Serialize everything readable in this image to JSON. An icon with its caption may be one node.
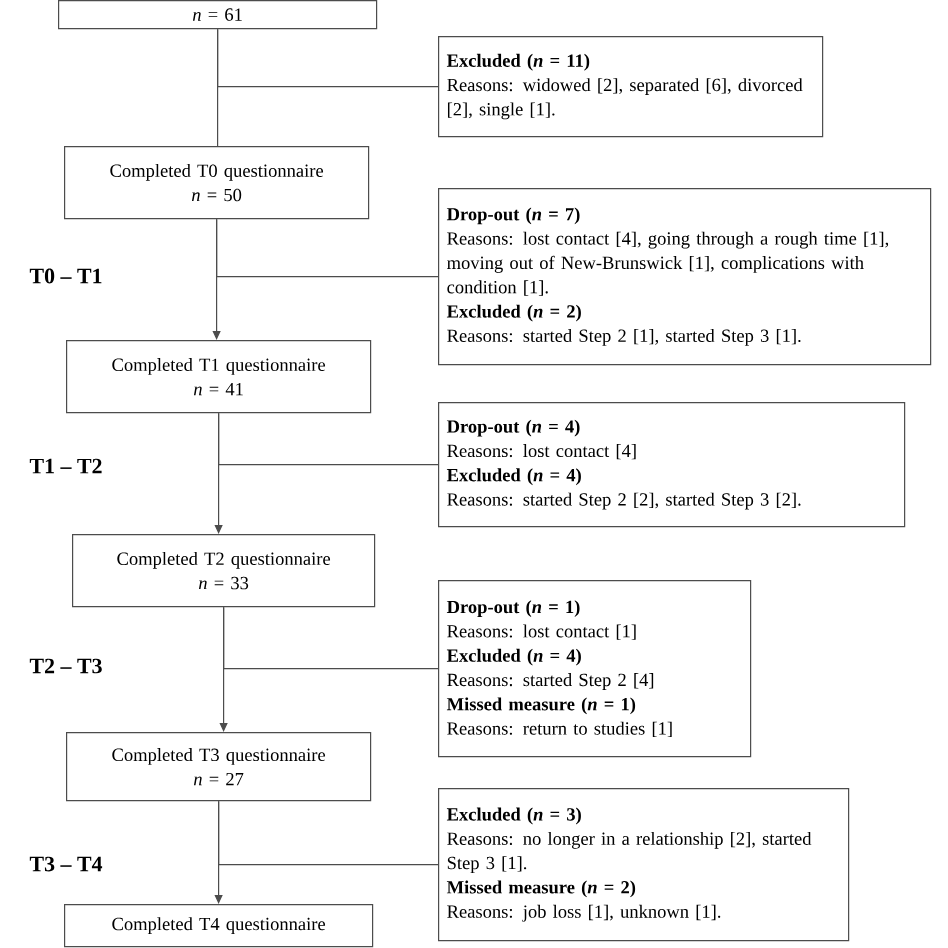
{
  "diagram": {
    "nodes": [
      {
        "text": [
          "*n* = 61"
        ]
      },
      {
        "text": [
          "Excluded (*n* = 11)",
          "Reasons: widowed [2], separated [6], divorced [2], single [1]."
        ]
      },
      {
        "text": [
          "Completed T0 questionnaire",
          "*n* = 50"
        ]
      },
      {
        "text": [
          "Drop-out (*n* = 7)",
          "Reasons: lost contact [4], going through a rough time [1], moving out of New-Brunswick [1], complications with condition [1].",
          "Excluded (*n* = 2)",
          "Reasons: started Step 2 [1], started Step 3 [1]."
        ]
      },
      {
        "text": [
          "Completed T1 questionnaire",
          "*n* = 41"
        ]
      },
      {
        "text": [
          "Drop-out (*n* = 4)",
          "Reasons: lost contact [4]",
          "Excluded (*n* = 4)",
          "Reasons: started Step 2 [2], started Step 3 [2]."
        ]
      },
      {
        "text": [
          "Completed T2 questionnaire",
          "*n* = 33"
        ]
      },
      {
        "text": [
          "Drop-out (*n* = 1)",
          "Reasons: lost contact [1]",
          "Excluded (*n* = 4)",
          "Reasons: started Step 2 [4]",
          "Missed measure (*n* = 1)",
          "Reasons: return to studies [1]"
        ]
      },
      {
        "text": [
          "Completed T3 questionnaire",
          "*n* = 27"
        ]
      },
      {
        "text": [
          "Excluded (*n* = 3)",
          "Reasons: no longer in a relationship [2], started Step 3 [1].",
          "Missed measure (*n* = 2)",
          "Reasons: job loss [1], unknown [1]."
        ]
      },
      {
        "text": [
          "Completed T4 questionnaire"
        ]
      }
    ],
    "edges": [
      {
        "from": 0,
        "to": 2,
        "arrow": "none"
      },
      {
        "from": 0,
        "to": 1,
        "arrow": "none"
      },
      {
        "from": 2,
        "to": 4,
        "arrow": "to"
      },
      {
        "from": 2,
        "to": 3,
        "arrow": "none"
      },
      {
        "from": 4,
        "to": 6,
        "arrow": "to"
      },
      {
        "from": 4,
        "to": 5,
        "arrow": "none"
      },
      {
        "from": 6,
        "to": 8,
        "arrow": "to"
      },
      {
        "from": 6,
        "to": 7,
        "arrow": "none"
      },
      {
        "from": 8,
        "to": 10,
        "arrow": "to"
      },
      {
        "from": 8,
        "to": 9,
        "arrow": "none"
      }
    ],
    "labels": [
      "T0 – T1",
      "T1 – T2",
      "T2 – T3",
      "T3 – T4"
    ]
  }
}
